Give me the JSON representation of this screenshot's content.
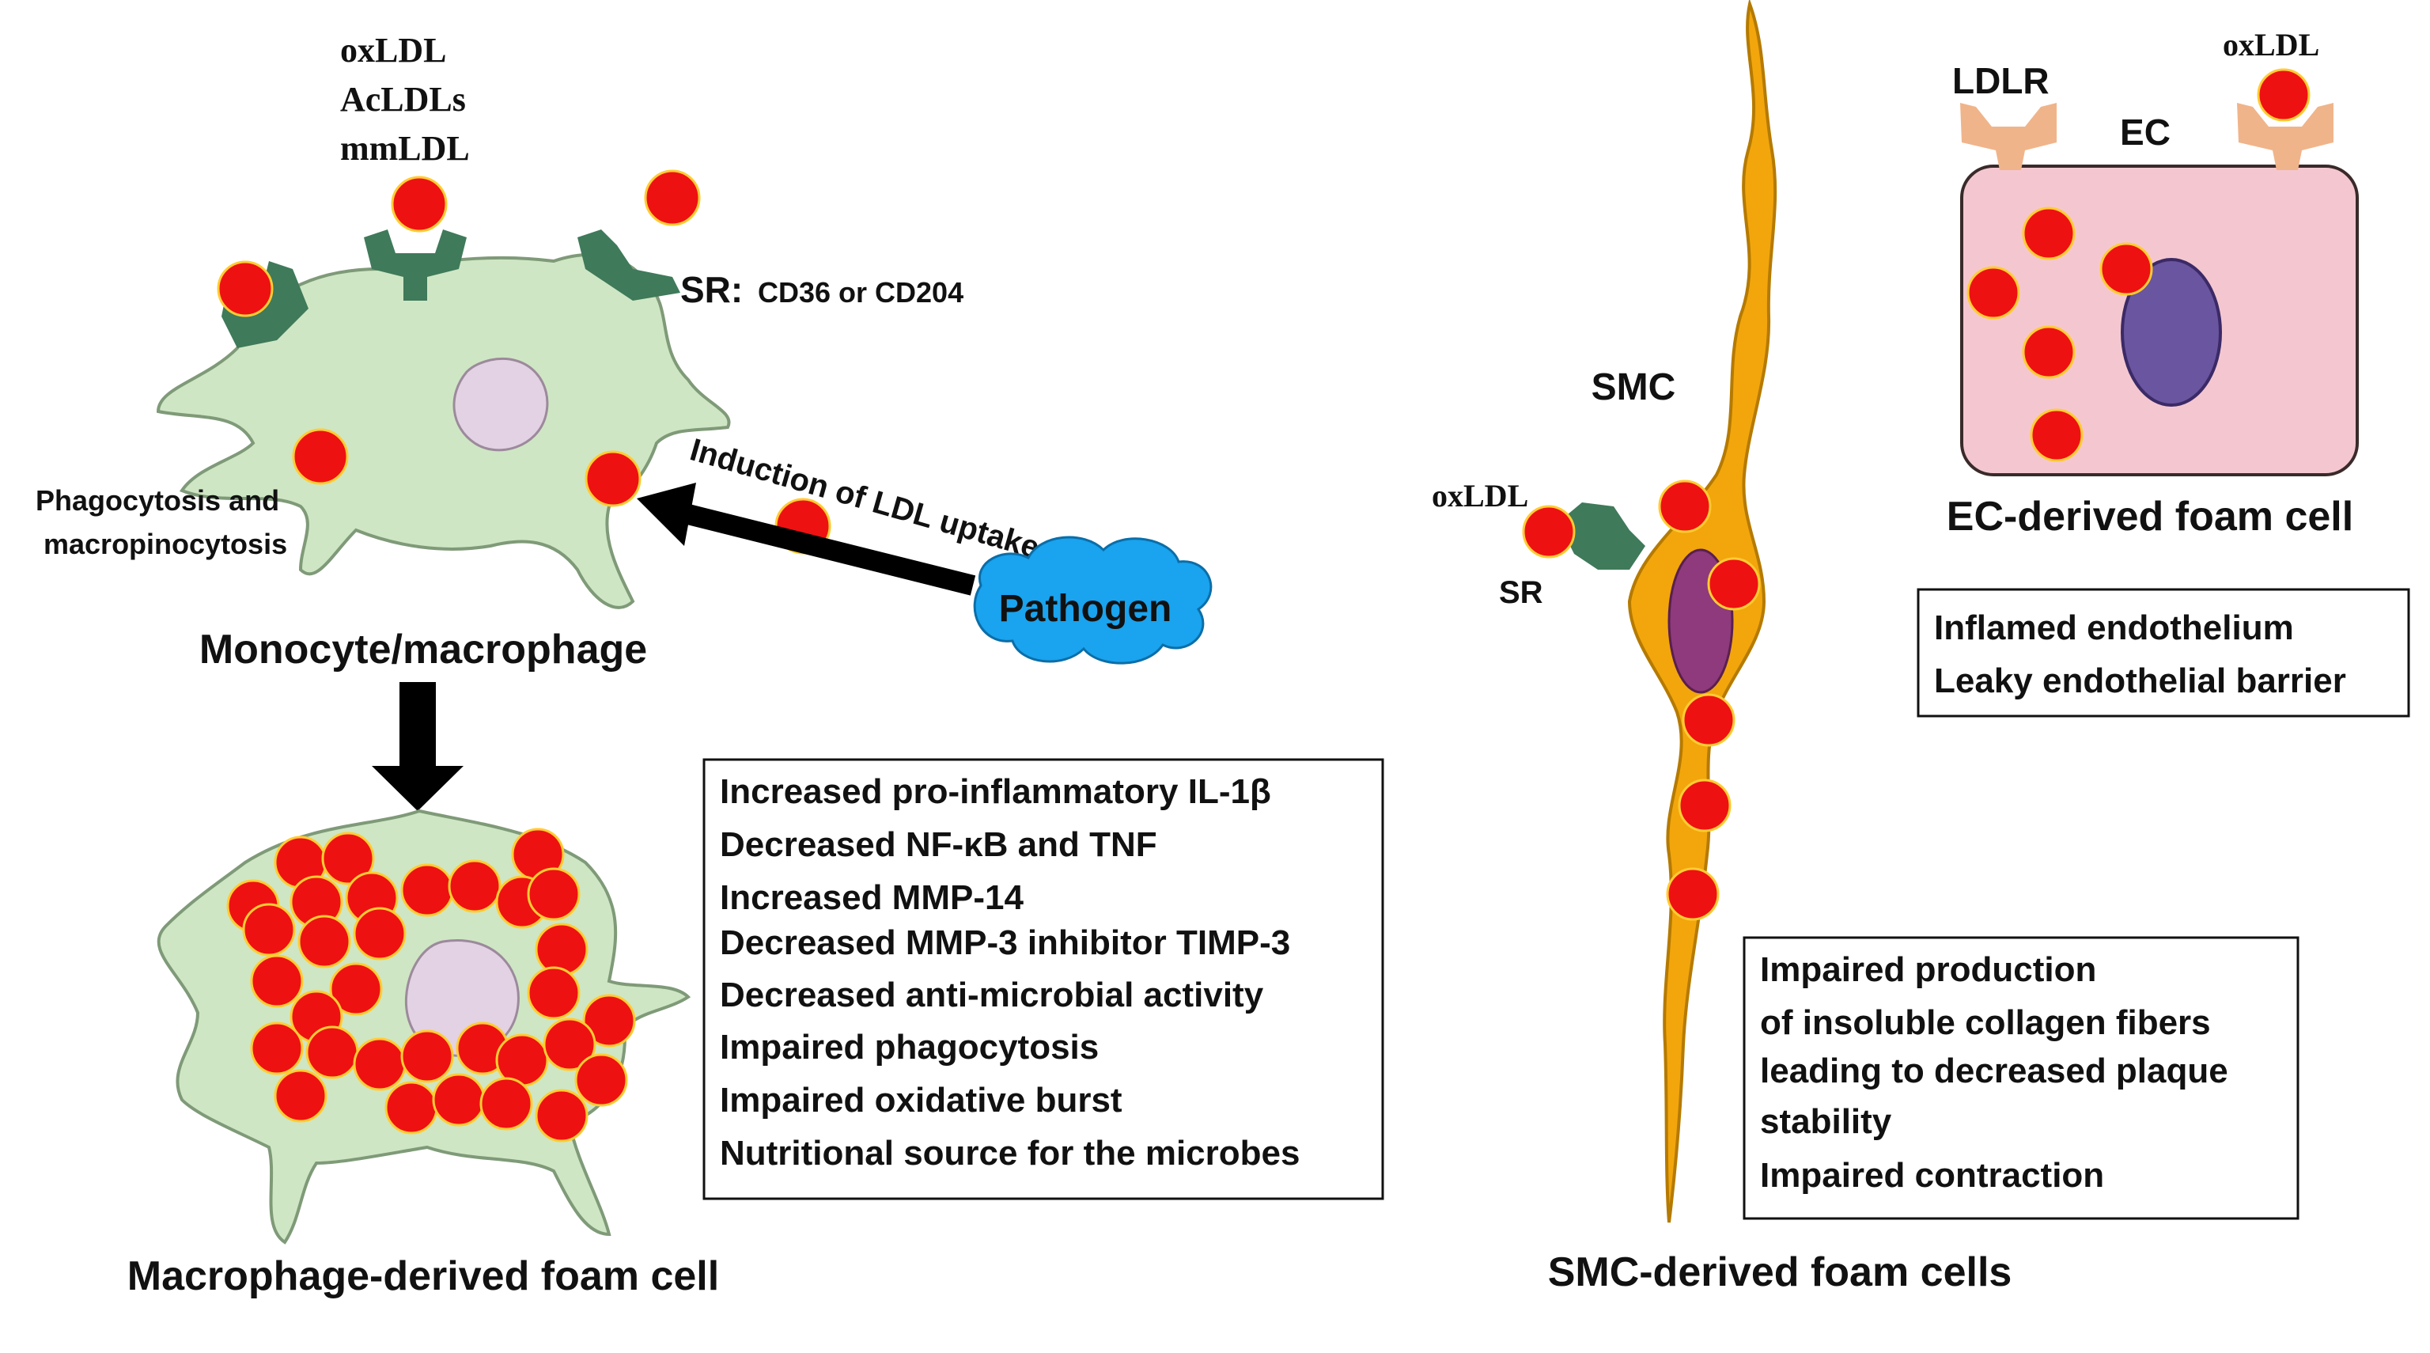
{
  "ligands": {
    "line1": "oxLDL",
    "line2": "AcLDLs",
    "line3": "mmLDL"
  },
  "sr_label": {
    "prefix": "SR:",
    "suffix": "CD36 or CD204"
  },
  "phagocytosis_label": {
    "line1": "Phagocytosis and",
    "line2": "macropinocytosis"
  },
  "induction_label": "Induction of LDL uptake",
  "pathogen_label": "Pathogen",
  "monocyte_label": "Monocyte/macrophage",
  "macrophage_foam_label": "Macrophage-derived foam cell",
  "macrophage_effects": [
    "Increased pro-inflammatory IL-1β",
    "Decreased NF-κB and TNF",
    "Increased MMP-14",
    "Decreased MMP-3 inhibitor TIMP-3",
    "Decreased anti-microbial activity",
    "Impaired phagocytosis",
    "Impaired  oxidative burst",
    "Nutritional source for the microbes"
  ],
  "smc": {
    "label": "SMC",
    "oxldl_label": "oxLDL",
    "sr_label": "SR",
    "foam_label": "SMC-derived foam cells",
    "effects": [
      "Impaired production",
      "of insoluble collagen fibers",
      "leading to decreased plaque",
      "stability",
      "Impaired contraction"
    ]
  },
  "ec": {
    "ldlr_label": "LDLR",
    "oxldl_label": "oxLDL",
    "label": "EC",
    "foam_label": "EC-derived foam cell",
    "effects": [
      "Inflamed endothelium",
      "Leaky endothelial barrier"
    ]
  },
  "colors": {
    "cell_fill": "#cfe6c4",
    "cell_stroke": "#7f9a78",
    "nucleus_fill": "#e3d2e3",
    "receptor": "#3f7a5a",
    "ldl_particle": "#ee1111",
    "ldl_rim": "#ffcc33",
    "smc_fill": "#f2a60c",
    "smc_stroke": "#b57a00",
    "smc_nucleus": "#8e3a7c",
    "ec_fill": "#f4c7d0",
    "ec_nucleus": "#6a55a0",
    "ldlr_receptor": "#f0b48a",
    "pathogen_fill": "#1aa3ee"
  }
}
